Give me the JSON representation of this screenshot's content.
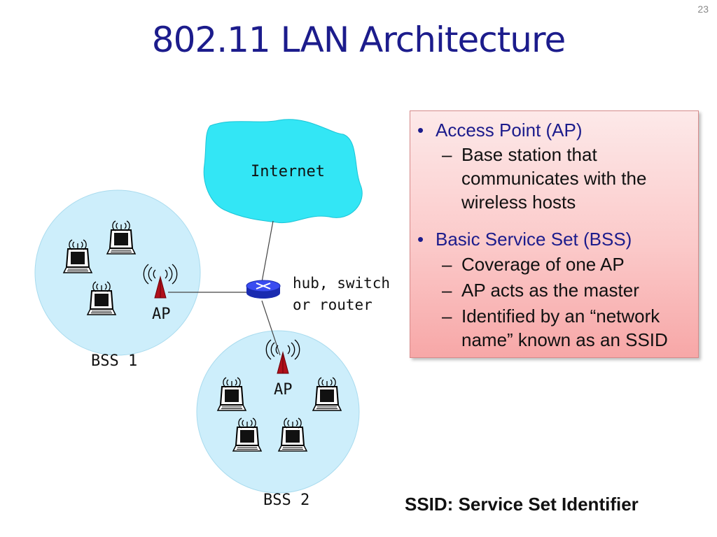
{
  "slide_number": "23",
  "title": "802.11 LAN Architecture",
  "diagram": {
    "internet_label": "Internet",
    "hub_label_line1": "hub, switch",
    "hub_label_line2": "or router",
    "ap1_label": "AP",
    "ap2_label": "AP",
    "bss1_label": "BSS 1",
    "bss2_label": "BSS 2"
  },
  "info_box": {
    "bullet1": {
      "text": "Access Point (AP)",
      "sub": [
        {
          "line1": "Base station that",
          "line2": "communicates with the",
          "line3": "wireless hosts"
        }
      ]
    },
    "bullet2": {
      "text": "Basic Service Set (BSS)",
      "sub": [
        {
          "line1": "Coverage of one AP"
        },
        {
          "line1": "AP acts as the master"
        },
        {
          "line1": "Identified by an “network",
          "line2": "name” known as an SSID"
        }
      ]
    }
  },
  "footer": "SSID: Service Set Identifier",
  "colors": {
    "title": "#1c1c8c",
    "bss_fill": "#cdeefb",
    "internet_fill": "#33e6f5",
    "box_top": "#fde9e9",
    "box_bottom": "#f7a7a7",
    "router": "#2233cc",
    "ap": "#b0101a"
  }
}
